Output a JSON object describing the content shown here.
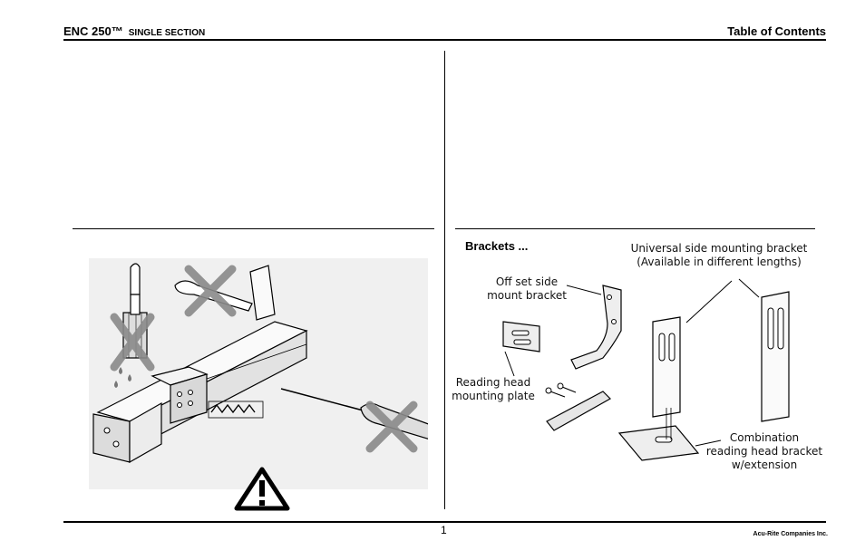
{
  "header": {
    "product": "ENC 250™",
    "section": "SINGLE SECTION",
    "title": "Table of Contents"
  },
  "figure_right": {
    "heading": "Brackets ...",
    "labels": {
      "universal_line1": "Universal side mounting bracket",
      "universal_line2": "(Available in different lengths)",
      "offset_line1": "Off set side",
      "offset_line2": "mount bracket",
      "reading_line1": "Reading head",
      "reading_line2": "mounting plate",
      "combo_line1": "Combination",
      "combo_line2": "reading head bracket",
      "combo_line3": "w/extension"
    }
  },
  "footer": {
    "page_number": "1",
    "company": "Acu-Rite Companies Inc."
  }
}
